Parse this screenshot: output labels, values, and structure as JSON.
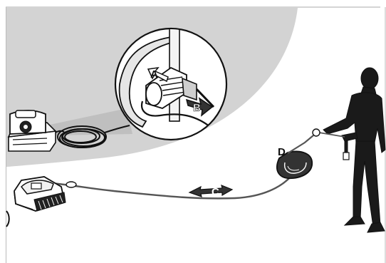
{
  "callouts": {
    "a": "A",
    "b": "B",
    "c": "C",
    "d": "D"
  },
  "colors": {
    "background": "#ffffff",
    "shaded_area": "#d3d3d3",
    "ink": "#111111",
    "outline": "#888888"
  },
  "icons": {
    "power_supply": "power-supply-unit-icon",
    "robot": "pool-cleaner-robot-icon",
    "person": "person-silhouette-icon",
    "zoom": "magnifier-inset-icon"
  }
}
